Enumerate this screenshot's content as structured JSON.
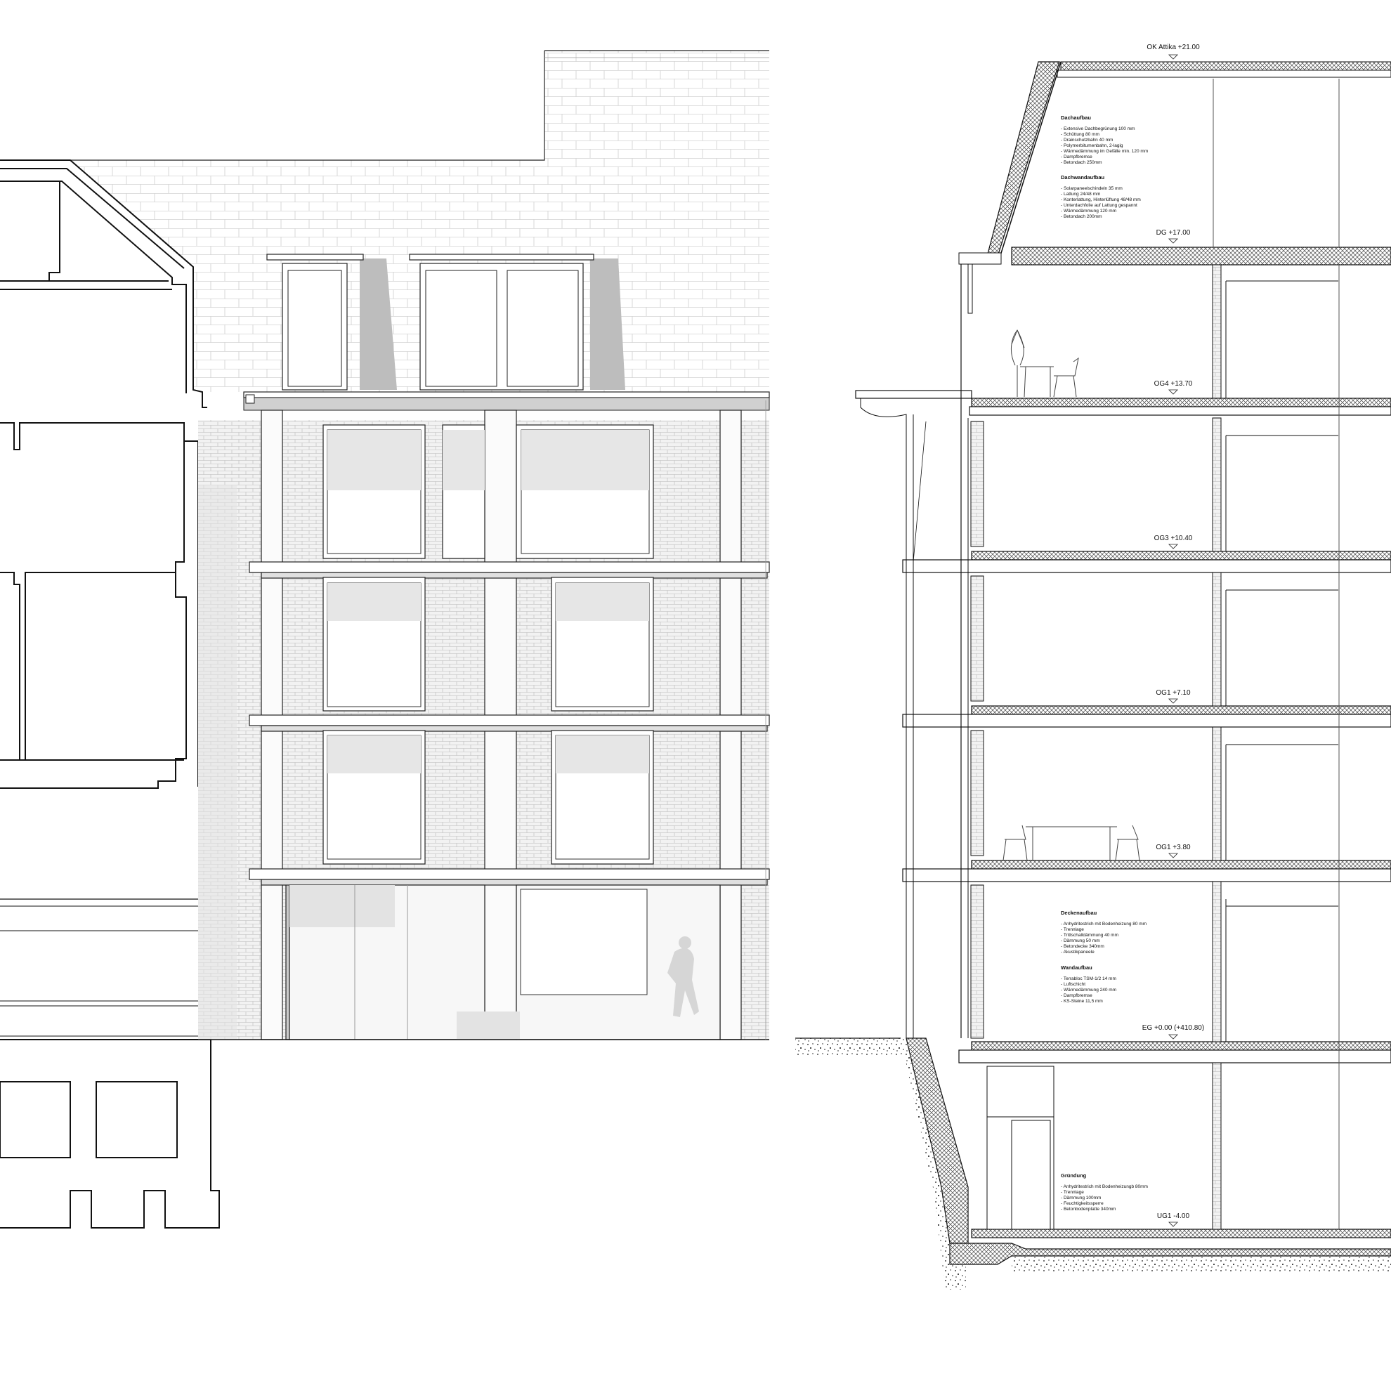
{
  "levels": [
    {
      "key": "ok_attika",
      "label": "OK Attika +21.00"
    },
    {
      "key": "dg",
      "label": "DG +17.00"
    },
    {
      "key": "og4",
      "label": "OG4 +13.70"
    },
    {
      "key": "og3",
      "label": "OG3 +10.40"
    },
    {
      "key": "og2",
      "label": "OG1 +7.10"
    },
    {
      "key": "og1",
      "label": "OG1 +3.80"
    },
    {
      "key": "eg",
      "label": "EG +0.00 (+410.80)"
    },
    {
      "key": "ug1",
      "label": "UG1 -4.00"
    }
  ],
  "notes": {
    "dachaufbau": {
      "title": "Dachaufbau",
      "lines": [
        "- Extensive Dachbegrünung 100 mm",
        "- Schüttung 80 mm",
        "- Drainschutzbahn 40 mm",
        "- Polymerbitumenbahn, 2-lagig",
        "- Wärmedämmung im Gefälle min. 120 mm",
        "- Dampfbremse",
        "- Betondach 250mm"
      ]
    },
    "dachwandaufbau": {
      "title": "Dachwandaufbau",
      "lines": [
        "- Solarpaneelschindeln 35 mm",
        "- Lattung 24/48 mm",
        "- Konterlattung, Hinterlüftung 48/48 mm",
        "- Unterdachfolie auf Lattung gespannt",
        "- Wärmedämmung 120 mm",
        "- Betondach 200mm"
      ]
    },
    "deckenaufbau": {
      "title": "Deckenaufbau",
      "lines": [
        "- Anhydritestrich mit Bodenheizung 80 mm",
        "- Trennlage",
        "- Trittschalldämmung 40 mm",
        "- Dämmung 50 mm",
        "- Betondecke 340mm",
        "- Akustikpaneele"
      ]
    },
    "wandaufbau": {
      "title": "Wandaufbau",
      "lines": [
        "- Terrabloc TSM-1/2 14 mm",
        "- Luftschicht",
        "- Wärmedämmung 240 mm",
        "- Dampfbremse",
        "- KS-Steine 11,5 mm"
      ]
    },
    "gruendung": {
      "title": "Gründung",
      "lines": [
        "- Anhydritestrich mit Bodenheizungb 80mm",
        "- Trennlage",
        "- Dämmung 100mm",
        "- Feuchtigkeitssperre",
        "- Betonbodenplatte 340mm"
      ]
    }
  }
}
